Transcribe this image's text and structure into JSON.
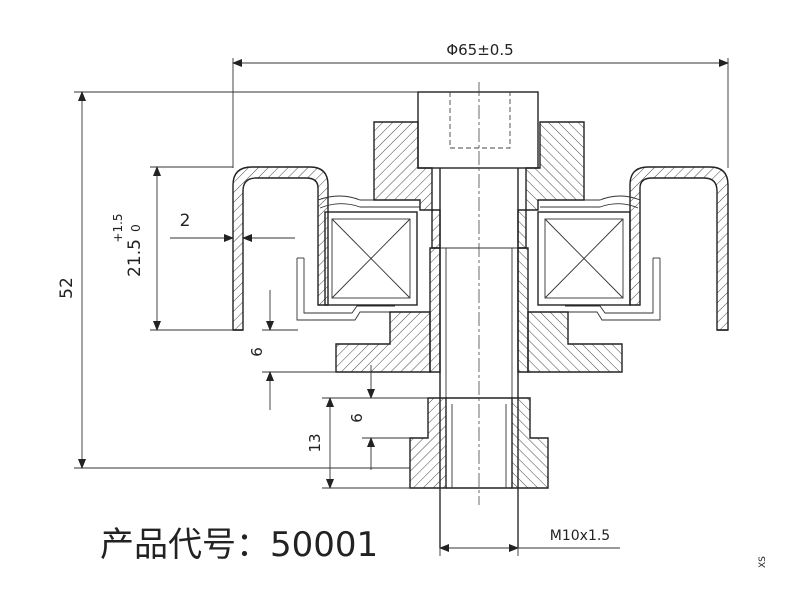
{
  "dimensions": {
    "overall_diameter": "Φ65±0.5",
    "height_total": "52",
    "height_housing": "21.5",
    "tol_upper": "+1.5",
    "tol_lower": "0",
    "wall_thickness": "2",
    "gap_top": "6",
    "gap_flange": "6",
    "nut_height": "13",
    "thread": "M10x1.5"
  },
  "product_label": "产品代号：50001",
  "watermark": "XS"
}
